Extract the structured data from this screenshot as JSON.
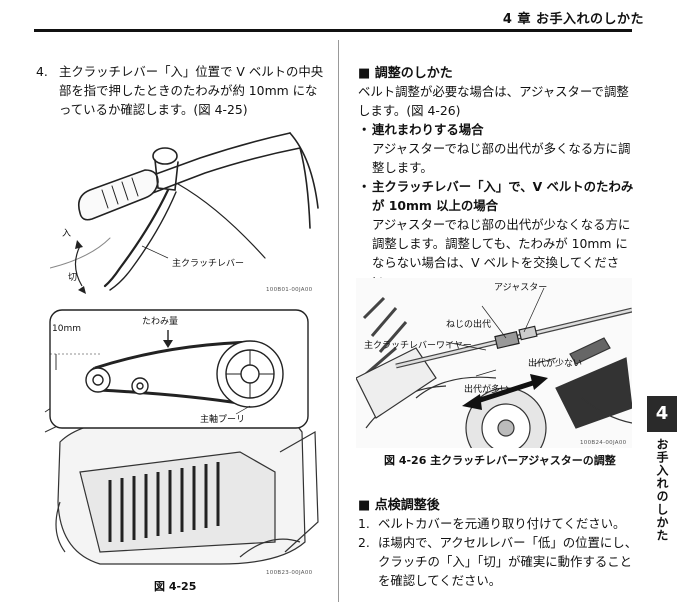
{
  "header": {
    "chapter_title": "4 章 お手入れのしかた"
  },
  "left": {
    "step_number": "4.",
    "step_text": "主クラッチレバー「入」位置で V ベルトの中央部を指で押したときのたわみが約 10mm になっているか確認します。(図 4-25)",
    "fig_top": {
      "label_on": "入",
      "label_off": "切",
      "label_lever": "主クラッチレバー",
      "code": "100B01-00JA00"
    },
    "fig_bottom": {
      "label_deflection": "たわみ量",
      "label_10mm": "10mm",
      "label_pulley": "主軸プーリ",
      "code": "100B23-00JA00"
    },
    "caption": "図 4-25"
  },
  "right": {
    "section1_title": "■ 調整のしかた",
    "section1_intro": "ベルト調整が必要な場合は、アジャスターで調整します。(図 4-26)",
    "bullets": [
      {
        "mark": "・",
        "head": "連れまわりする場合",
        "body": "アジャスターでねじ部の出代が多くなる方に調整します。"
      },
      {
        "mark": "・",
        "head": "主クラッチレバー「入」で、V ベルトのたわみが 10mm 以上の場合",
        "body": "アジャスターでねじ部の出代が少なくなる方に調整します。調整しても、たわみが 10mm にならない場合は、V ベルトを交換してください。"
      }
    ],
    "fig": {
      "label_adjuster": "アジャスター",
      "label_thread": "ねじの出代",
      "label_wire": "主クラッチレバーワイヤー",
      "label_less": "出代が少ない",
      "label_more": "出代が多い",
      "code": "100B24-00JA00",
      "caption": "図 4-26 主クラッチレバーアジャスターの調整"
    },
    "section2_title": "■ 点検調整後",
    "steps": [
      {
        "num": "1.",
        "text": "ベルトカバーを元通り取り付けてください。"
      },
      {
        "num": "2.",
        "text": "ほ場内で、アクセルレバー「低」の位置にし、クラッチの「入」「切」が確実に動作することを確認してください。"
      }
    ]
  },
  "side_tab": {
    "number": "4",
    "vertical_text": "お手入れのしかた"
  }
}
